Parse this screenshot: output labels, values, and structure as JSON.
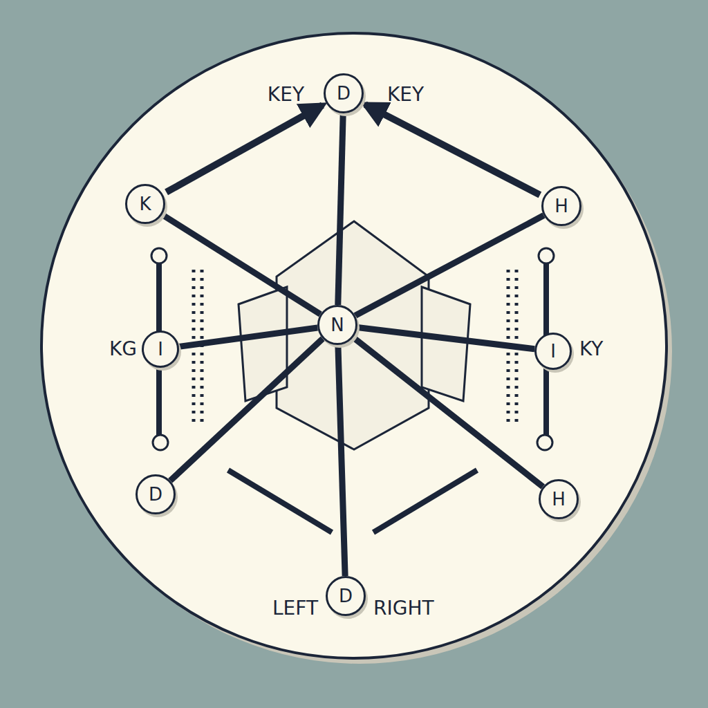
{
  "diagram": {
    "nodes": [
      {
        "text": [
          "D"
        ]
      },
      {
        "text": [
          "K"
        ]
      },
      {
        "text": [
          "H"
        ]
      },
      {
        "text": [
          "I"
        ]
      },
      {
        "text": [
          "N"
        ]
      },
      {
        "text": [
          "I"
        ]
      },
      {
        "text": [
          "D"
        ]
      },
      {
        "text": [
          "H"
        ]
      },
      {
        "text": [
          "D"
        ]
      }
    ],
    "edges": [
      {
        "from": 1,
        "to": 0,
        "arrow": "to"
      },
      {
        "from": 2,
        "to": 0,
        "arrow": "to"
      },
      {
        "from": 4,
        "to": 0,
        "arrow": "none"
      },
      {
        "from": 4,
        "to": 1,
        "arrow": "none"
      },
      {
        "from": 4,
        "to": 2,
        "arrow": "none"
      },
      {
        "from": 4,
        "to": 3,
        "arrow": "none"
      },
      {
        "from": 4,
        "to": 5,
        "arrow": "none"
      },
      {
        "from": 4,
        "to": 6,
        "arrow": "none"
      },
      {
        "from": 4,
        "to": 7,
        "arrow": "none"
      },
      {
        "from": 4,
        "to": 8,
        "arrow": "none"
      }
    ],
    "labels": [
      "KEY",
      "KEY",
      "KG",
      "KY",
      "LEFT",
      "RIGHT"
    ]
  }
}
